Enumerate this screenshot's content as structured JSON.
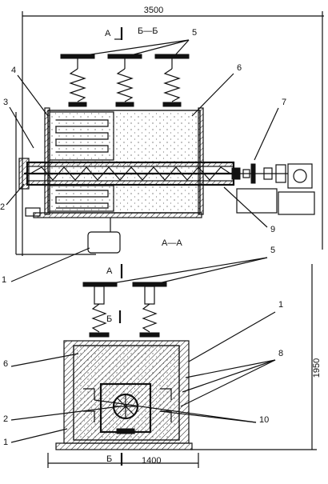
{
  "dimensions": {
    "top_width": "3500",
    "bottom_width": "1400",
    "height": "1950"
  },
  "sections": {
    "a_marker_top": "A",
    "bb_title": "Б—Б",
    "aa_title": "A—A",
    "a_marker_bottom": "A",
    "b_marker_upper": "Б",
    "b_marker_lower": "Б"
  },
  "callouts_top": {
    "c5": "5",
    "c4": "4",
    "c6": "6",
    "c3": "3",
    "c7": "7",
    "c2": "2",
    "c9": "9",
    "c1": "1"
  },
  "callouts_bottom": {
    "c5": "5",
    "c1_right": "1",
    "c8": "8",
    "c6": "6",
    "c2": "2",
    "c10": "10",
    "c1_left": "1"
  },
  "colors": {
    "ink": "#111111",
    "paper": "#ffffff"
  }
}
